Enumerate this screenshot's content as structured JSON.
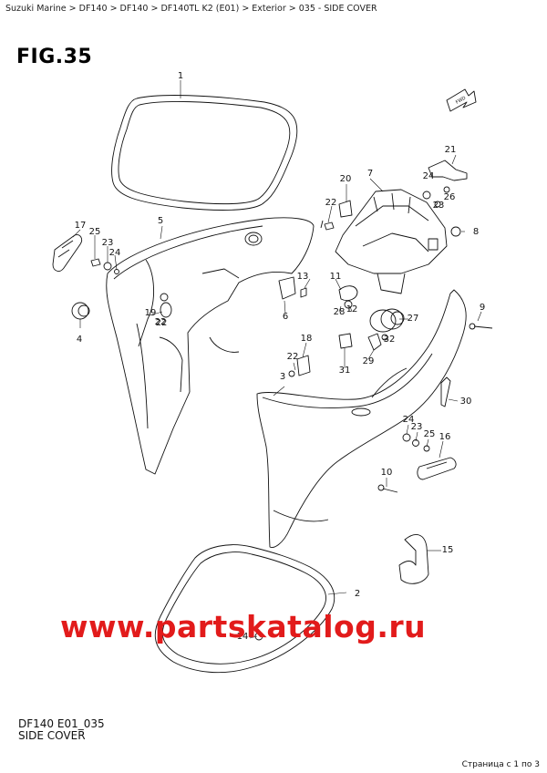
{
  "breadcrumb": "Suzuki Marine > DF140 > DF140 > DF140TL K2 (E01) > Exterior > 035 - SIDE COVER",
  "figure_title": "FIG.35",
  "fwd_label": "FWD",
  "model_code": "DF140 E01_035",
  "section_name": "SIDE COVER",
  "watermark": "www.partskatalog.ru",
  "pager": "Страница с 1 по 3",
  "callouts": [
    "1",
    "2",
    "3",
    "4",
    "5",
    "6",
    "7",
    "8",
    "9",
    "10",
    "11",
    "12",
    "13",
    "14",
    "15",
    "16",
    "17",
    "18",
    "19",
    "20",
    "21",
    "22",
    "23",
    "24",
    "25",
    "26",
    "27",
    "28",
    "29",
    "30",
    "31",
    "32"
  ],
  "callouts_extra": [
    "22",
    "22",
    "22",
    "23",
    "23",
    "24",
    "24",
    "25"
  ]
}
